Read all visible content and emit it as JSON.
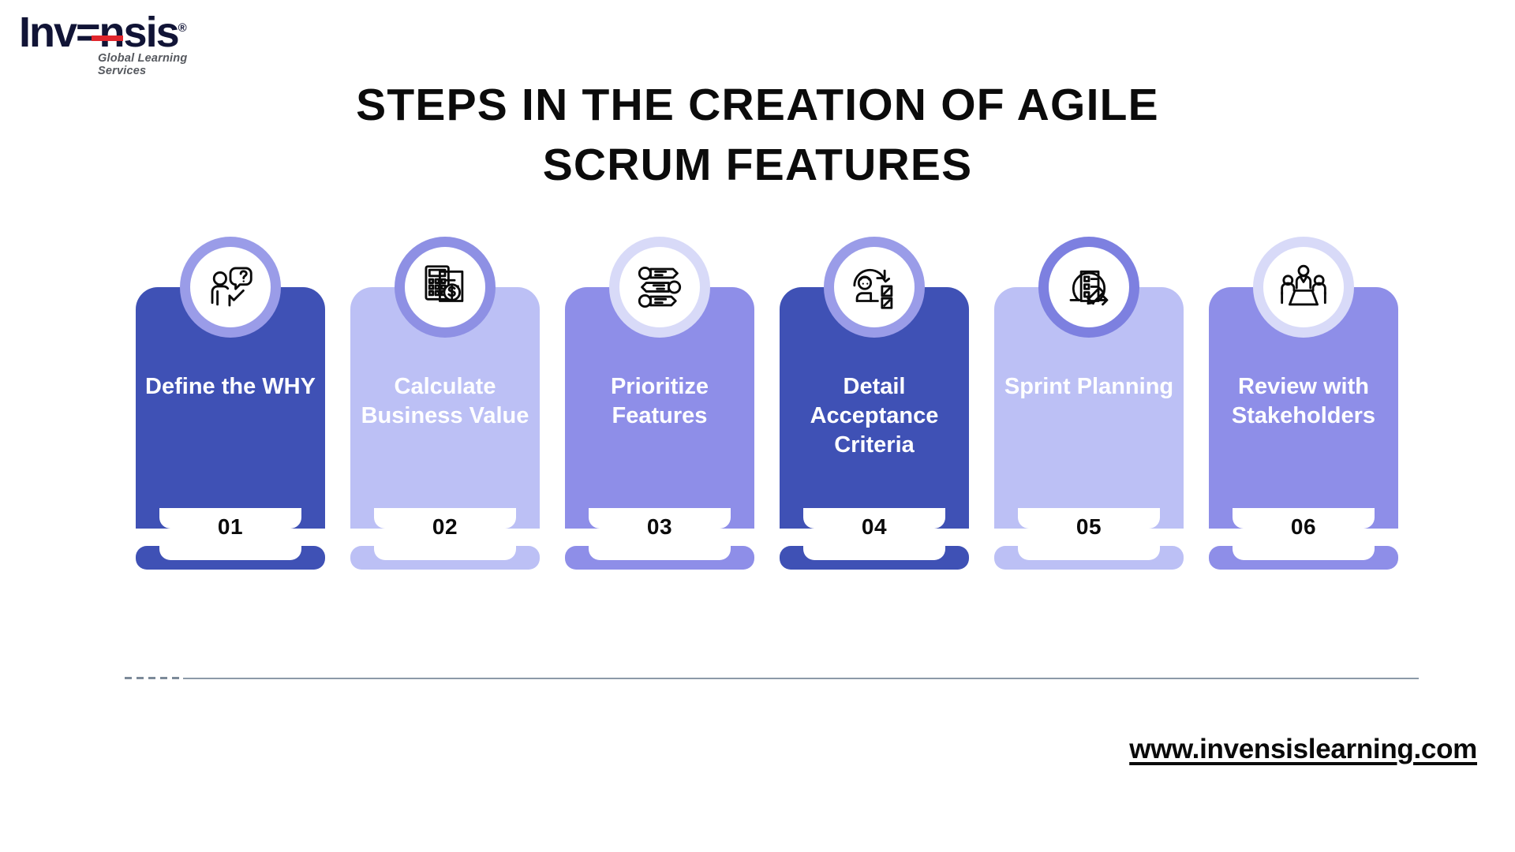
{
  "brand": {
    "logo_word": "Inv=nsis",
    "logo_text_before": "Inv",
    "logo_text_after": "nsis",
    "registered_mark": "®",
    "tagline": "Global Learning Services",
    "accent_red": "#e0262d",
    "navy": "#111436"
  },
  "title": {
    "line1": "STEPS IN THE CREATION OF AGILE",
    "line2": "SCRUM FEATURES"
  },
  "palette": {
    "dark_indigo": "#3f51b5",
    "light_lavender": "#bcc0f5",
    "medium_purple": "#8e8ee8",
    "ring_light": "#d8daf8",
    "ring_medium": "#8e90e4",
    "ring_periwinkle": "#9a9ce8",
    "number_color": "#0b0b0b",
    "background": "#ffffff"
  },
  "steps": [
    {
      "number": "01",
      "label": "Define the WHY",
      "icon": "person-question-checkmark-icon",
      "body_color": "#3f51b5",
      "ring_color": "#9a9ce8"
    },
    {
      "number": "02",
      "label": "Calculate Business Value",
      "icon": "calculator-dollar-icon",
      "body_color": "#bcc0f5",
      "ring_color": "#8e90e4"
    },
    {
      "number": "03",
      "label": "Prioritize Features",
      "icon": "numbered-priority-list-icon",
      "body_color": "#8e8ee8",
      "ring_color": "#d8daf8"
    },
    {
      "number": "04",
      "label": "Detail Acceptance Criteria",
      "icon": "person-checkboxes-arrow-icon",
      "body_color": "#3f51b5",
      "ring_color": "#9a9ce8"
    },
    {
      "number": "05",
      "label": "Sprint Planning",
      "icon": "agile-document-pencil-icon",
      "body_color": "#bcc0f5",
      "ring_color": "#7d80e0"
    },
    {
      "number": "06",
      "label": "Review with Stakeholders",
      "icon": "meeting-table-people-icon",
      "body_color": "#8e8ee8",
      "ring_color": "#d8daf8"
    }
  ],
  "footer": {
    "url": "www.invensislearning.com"
  }
}
